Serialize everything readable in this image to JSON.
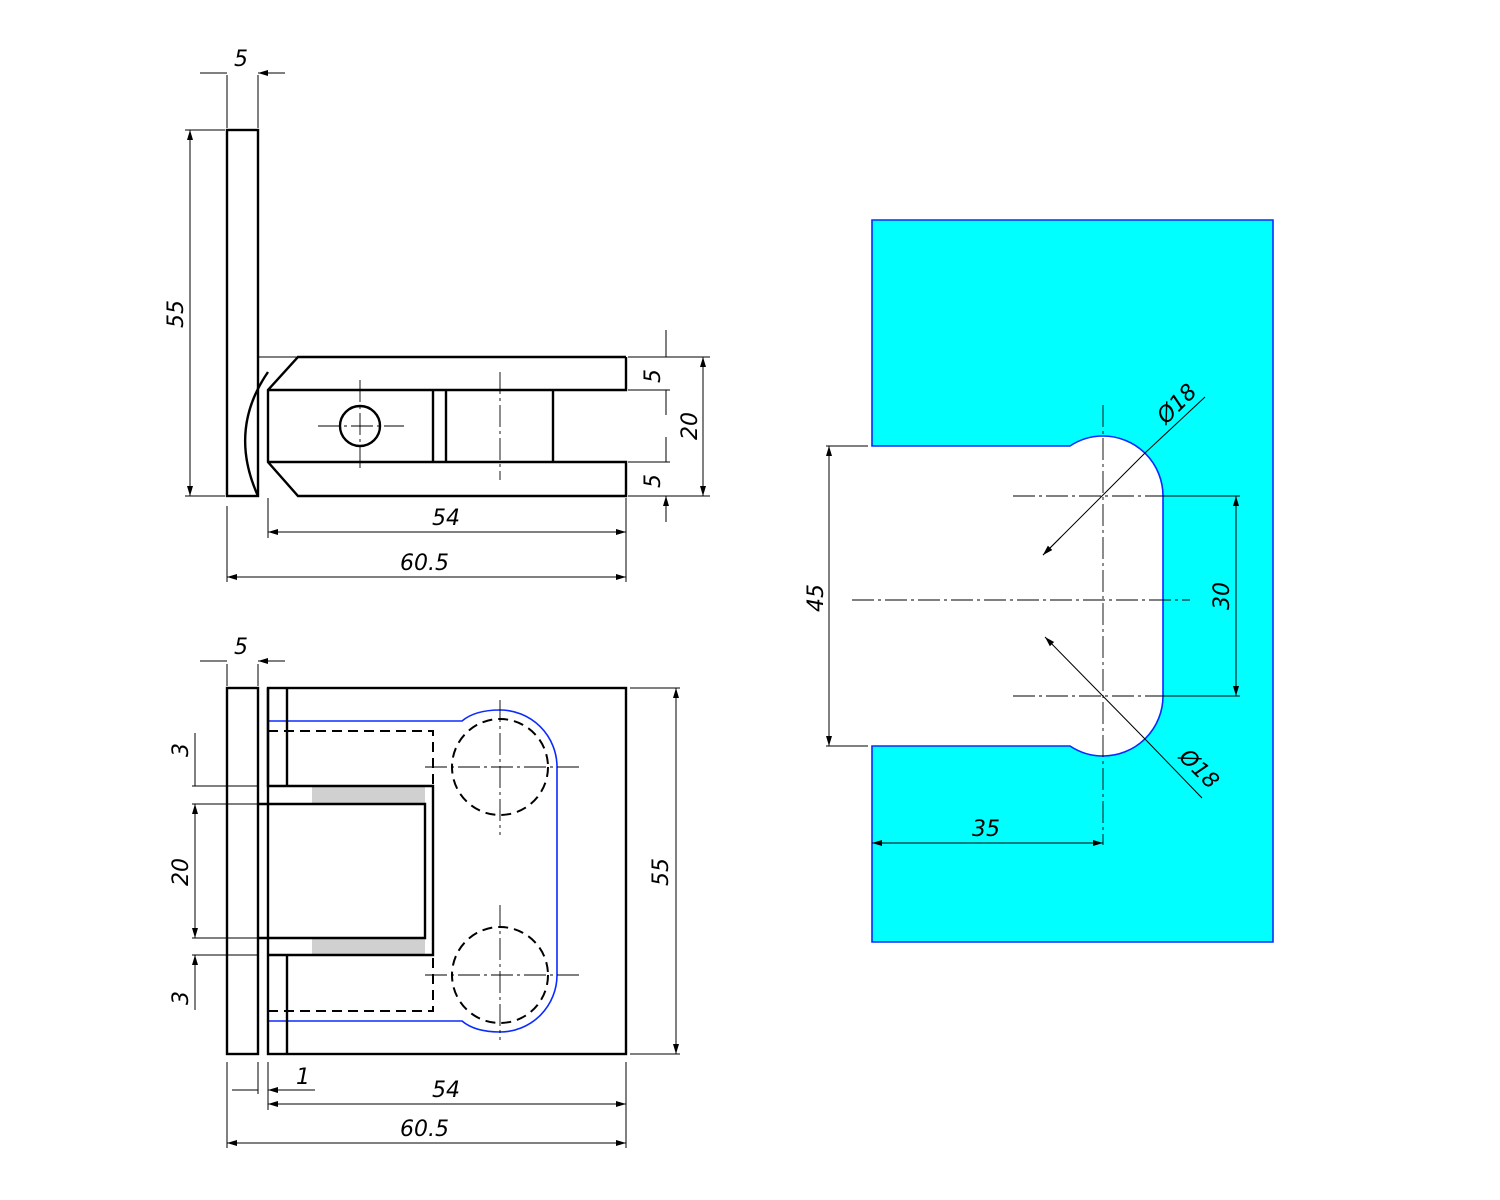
{
  "top_view": {
    "dim_plate": "5",
    "dim_height": "55",
    "dim_arm_top": "5",
    "dim_gap": "20",
    "dim_arm_bottom": "5",
    "dim_body": "54",
    "dim_total": "60.5"
  },
  "front_view": {
    "dim_plate": "5",
    "dim_top": "3",
    "dim_mid": "20",
    "dim_bottom": "3",
    "dim_height": "55",
    "dim_gap": "1",
    "dim_body": "54",
    "dim_total": "60.5"
  },
  "glass_cutout": {
    "dim_depth": "45",
    "dim_centers": "30",
    "dim_offset": "35",
    "dim_dia_top": "Ø18",
    "dim_dia_bottom": "Ø18",
    "fill_color": "#00ffff",
    "outline_color": "#0a2bff"
  }
}
